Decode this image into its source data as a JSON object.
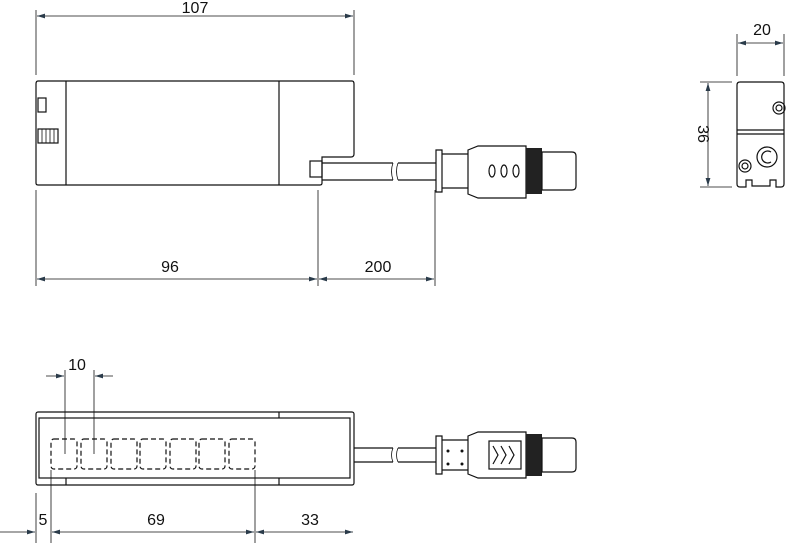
{
  "dimensions": {
    "top_view": {
      "overall_length": "107",
      "body_length": "96",
      "cable_length": "200"
    },
    "end_view": {
      "width": "20",
      "height": "36"
    },
    "bottom_view": {
      "pitch": "10",
      "offset": "5",
      "sensing_span": "69",
      "rear_length": "33"
    }
  },
  "colors": {
    "line": "#111111",
    "arrow": "#2a3b4a"
  }
}
